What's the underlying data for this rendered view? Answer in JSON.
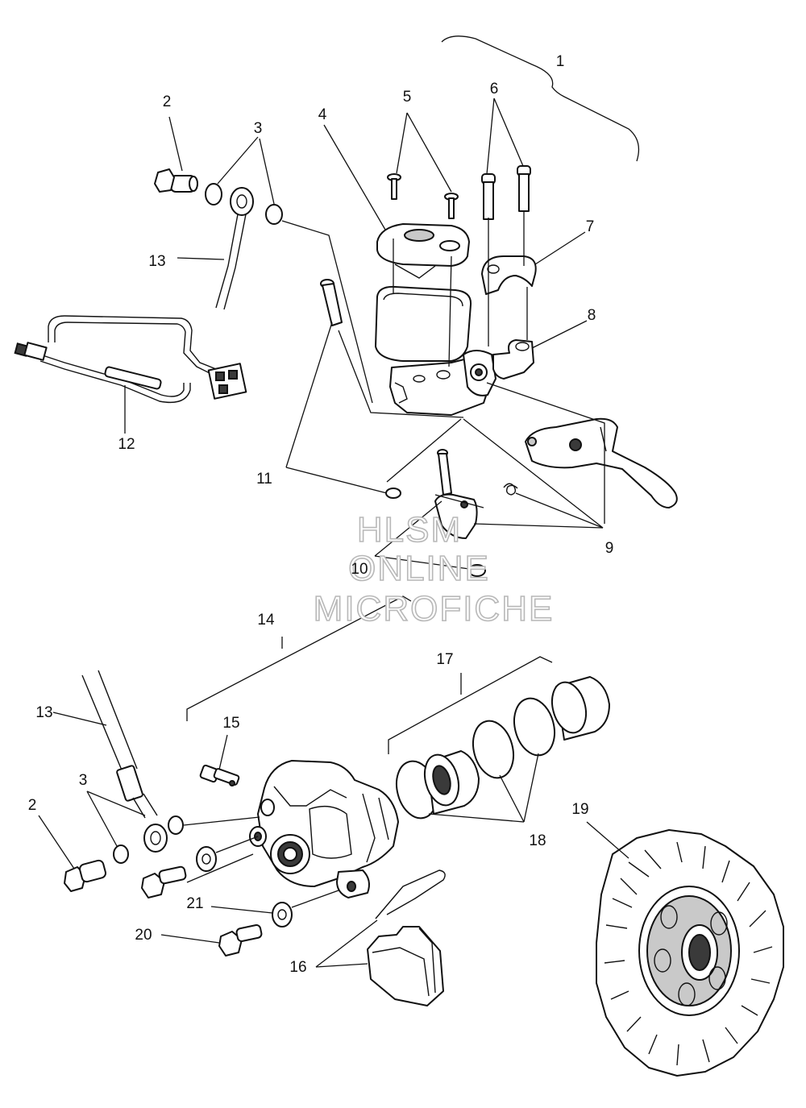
{
  "callouts": {
    "c1": "1",
    "c2a": "2",
    "c3a": "3",
    "c4": "4",
    "c5": "5",
    "c6": "6",
    "c7": "7",
    "c8": "8",
    "c9": "9",
    "c10": "10",
    "c11": "11",
    "c12": "12",
    "c13a": "13",
    "c14": "14",
    "c13b": "13",
    "c15": "15",
    "c17": "17",
    "c3b": "3",
    "c2b": "2",
    "c18": "18",
    "c19": "19",
    "c21": "21",
    "c20": "20",
    "c16": "16"
  },
  "watermark": {
    "line1": "HLSM",
    "line2": "ONLINE",
    "line3": "MICROFICHE"
  }
}
